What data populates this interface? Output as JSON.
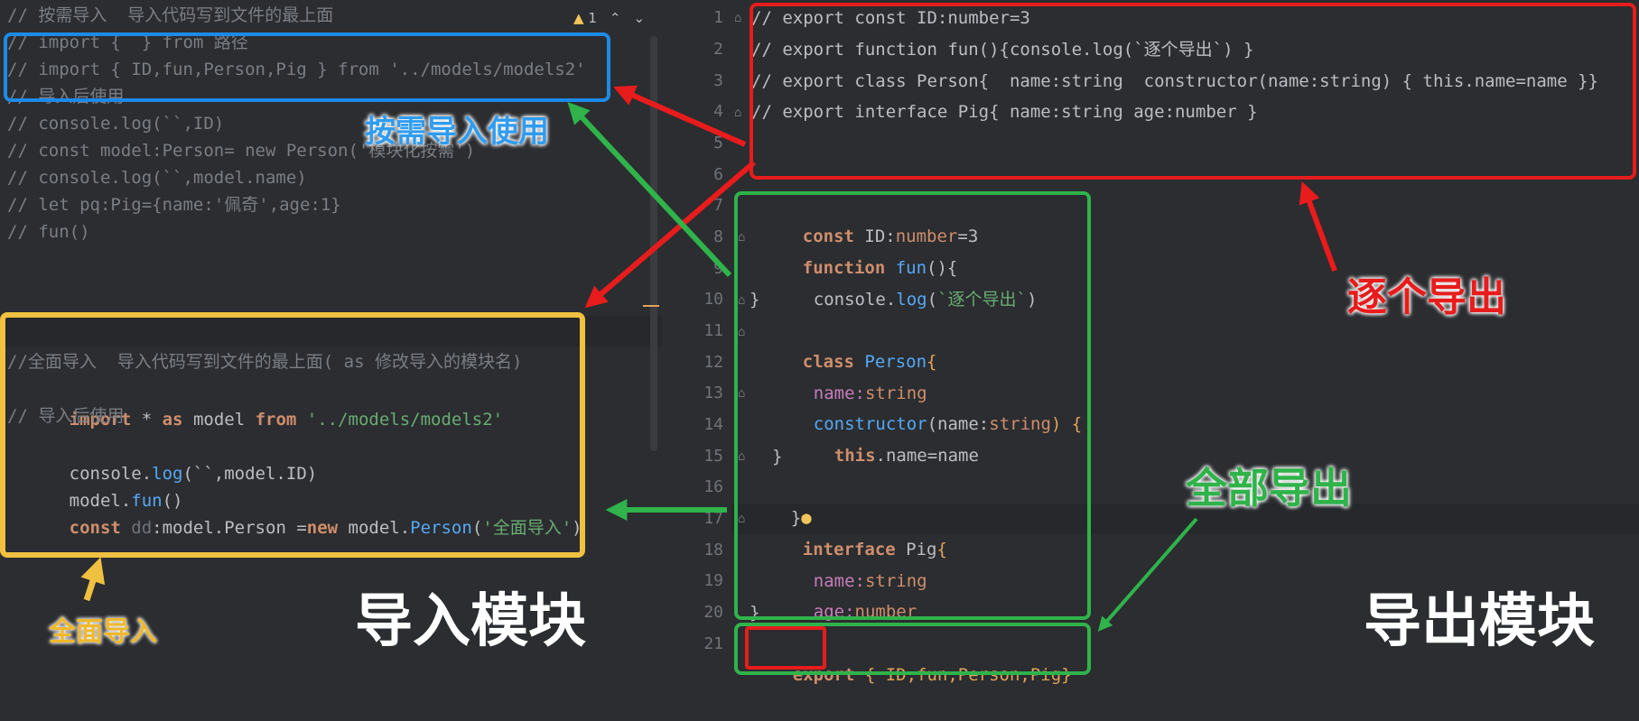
{
  "inspection": {
    "warning_count": "1",
    "up": "⌃",
    "down": "⌄"
  },
  "left_code": [
    "// 按需导入  导入代码写到文件的最上面",
    "// import {  } from 路径",
    "// import { ID,fun,Person,Pig } from '../models/models2'",
    "// 导入后使用",
    "// console.log(``,ID)",
    "// const model:Person= new Person('模块化按需')",
    "// console.log(``,model.name)",
    "// let pq:Pig={name:'佩奇',age:1}",
    "// fun()"
  ],
  "left_code2": {
    "comment1": "//全面导入  导入代码写到文件的最上面( as 修改导入的模块名)",
    "import_kw": "import",
    "import_star": " * ",
    "import_as": "as",
    "import_model": " model ",
    "import_from": "from",
    "import_path": " '../models/models2'",
    "comment2": "// 导入后使用",
    "l4_obj": "console.",
    "l4_fn": "log",
    "l4_rest": "(``,model.ID)",
    "l5_obj": "model.",
    "l5_fn": "fun",
    "l5_rest": "()",
    "l6_kw": "const",
    "l6_dd": " dd",
    "l6_colon": ":model.Person =",
    "l6_new": "new",
    "l6_model": " model.",
    "l6_person": "Person",
    "l6_paren": "(",
    "l6_str": "'全面导入'",
    "l6_close": ")"
  },
  "right_code": {
    "l1": "// export const ID:number=3",
    "l2": "// export function fun(){console.log(`逐个导出`) }",
    "l3": "// export class Person{  name:string  constructor(name:string) { this.name=name }}",
    "l4": "// export interface Pig{ name:string age:number }",
    "l7_kw": "const",
    "l7_rest": " ID:",
    "l7_typ": "number",
    "l7_val": "=3",
    "l8_kw": "function",
    "l8_fn": " fun",
    "l8_rest": "(){",
    "l9_obj": "console.",
    "l9_fn": "log",
    "l9_open": "(",
    "l9_str": "`逐个导出`",
    "l9_close": ")",
    "l10": "}",
    "l11_kw": "class",
    "l11_cls": " Person",
    "l11_rest": "{",
    "l12_name": "name:",
    "l12_typ": "string",
    "l13_fn": "constructor",
    "l13_rest": "(name:",
    "l13_typ": "string",
    "l13_close": ") {",
    "l14_kw": "this",
    "l14_rest": ".name=name",
    "l15": "}",
    "l16": "}",
    "l17_kw": "interface",
    "l17_rest": " Pig",
    "l17_brace": "{",
    "l18_name": "name:",
    "l18_typ": "string",
    "l19_name": "age:",
    "l19_typ": "number",
    "l20": "}",
    "l21_kw": "export",
    "l21_rest": " { ID,fun,Person,Pig}"
  },
  "line_numbers": [
    "1",
    "2",
    "3",
    "4",
    "5",
    "6",
    "7",
    "8",
    "9",
    "10",
    "11",
    "12",
    "13",
    "14",
    "15",
    "16",
    "17",
    "18",
    "19",
    "20",
    "21"
  ],
  "annotations": {
    "on_demand_use": "按需导入使用",
    "full_import": "全面导入",
    "import_module": "导入模块",
    "export_one_by_one": "逐个导出",
    "export_all": "全部导出",
    "export_module": "导出模块"
  },
  "colors": {
    "blue": "#1e8ae8",
    "yellow": "#f0c040",
    "red": "#e81c1c",
    "green": "#2fb34a"
  }
}
